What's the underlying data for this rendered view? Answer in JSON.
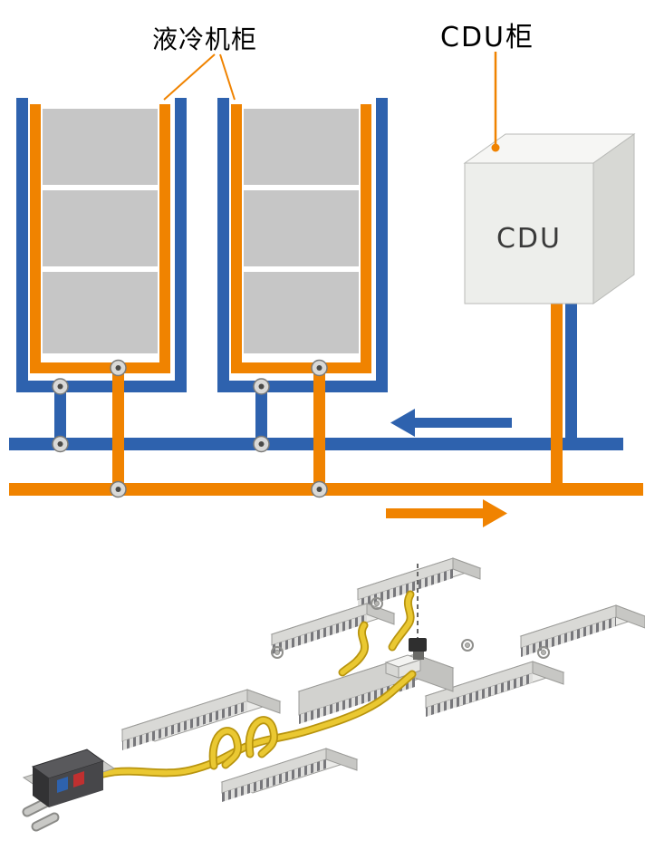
{
  "labels": {
    "rack": "液冷机柜",
    "cdu_cabinet": "CDU柜",
    "cdu_unit": "CDU"
  },
  "schematic": {
    "racks": [
      {
        "name": "liquid-cooling-rack-1",
        "module_count": 3
      },
      {
        "name": "liquid-cooling-rack-2",
        "module_count": 3
      }
    ],
    "flows": [
      {
        "name": "return-flow",
        "color": "#2E62AE",
        "direction": "left"
      },
      {
        "name": "supply-flow",
        "color": "#F08300",
        "direction": "right"
      }
    ]
  },
  "colors": {
    "pipe_blue": "#2E62AE",
    "pipe_orange": "#F08300",
    "module_gray": "#C6C6C6",
    "cdu_body": "#EDEEEB",
    "tube_yellow": "#EAC832"
  }
}
